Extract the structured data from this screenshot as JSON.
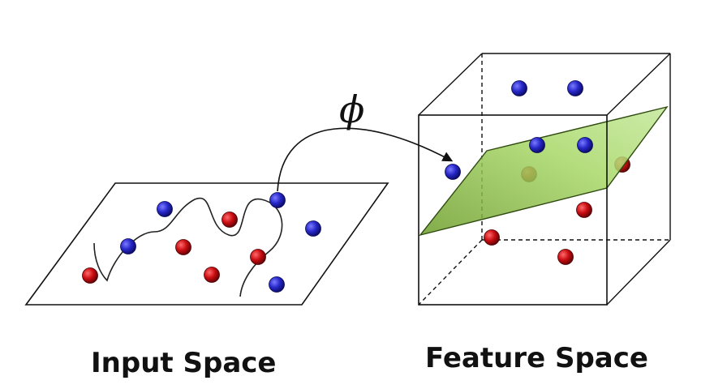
{
  "diagram": {
    "mapping_symbol": "ϕ",
    "input_label": "Input Space",
    "feature_label": "Feature Space"
  },
  "colors": {
    "class_a": "#2727c9",
    "class_b": "#c90d12",
    "hyperplane": "#9fd25a",
    "lines": "#111111"
  },
  "points": {
    "input_space": [
      {
        "class": "a"
      },
      {
        "class": "a"
      },
      {
        "class": "a"
      },
      {
        "class": "a"
      },
      {
        "class": "a"
      },
      {
        "class": "b"
      },
      {
        "class": "b"
      },
      {
        "class": "b"
      },
      {
        "class": "b"
      },
      {
        "class": "b"
      }
    ],
    "feature_space": [
      {
        "class": "a"
      },
      {
        "class": "a"
      },
      {
        "class": "a"
      },
      {
        "class": "a"
      },
      {
        "class": "a"
      },
      {
        "class": "b"
      },
      {
        "class": "b"
      },
      {
        "class": "b"
      },
      {
        "class": "b"
      },
      {
        "class": "b"
      }
    ]
  }
}
